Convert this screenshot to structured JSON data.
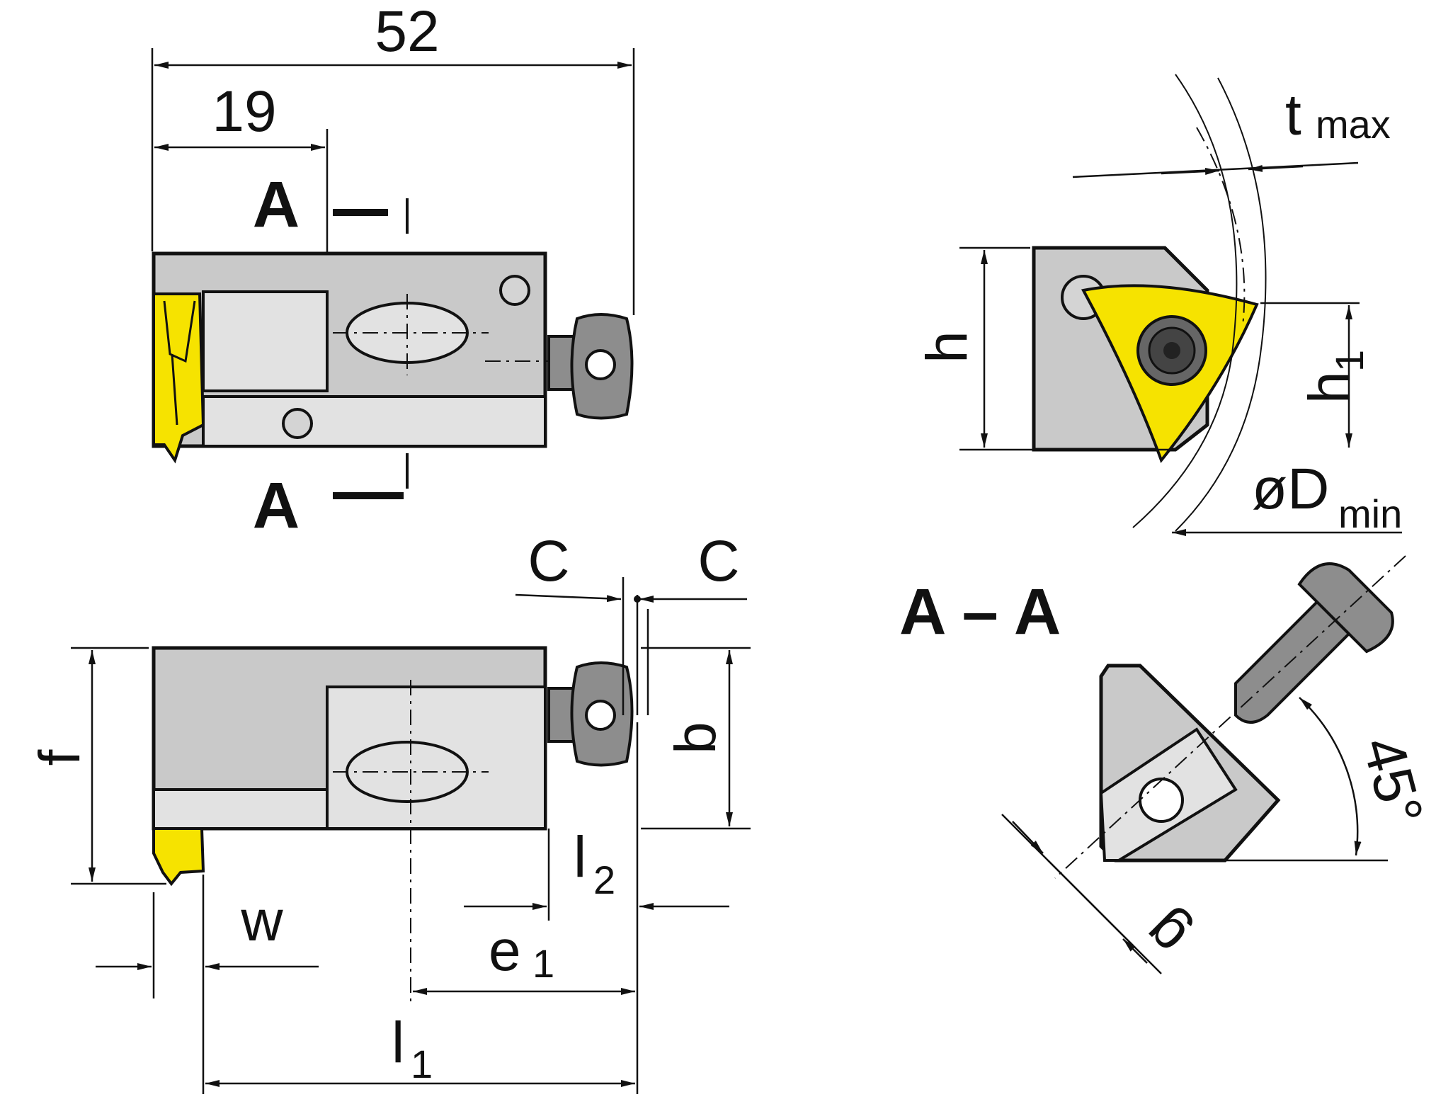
{
  "drawing": {
    "colors": {
      "insert": "#f6e300",
      "body": "#c9c9c9",
      "outline": "#111111"
    },
    "top_view": {
      "dim_overall": "52",
      "dim_partial": "19",
      "section_marker_top": "A",
      "section_marker_bottom": "A"
    },
    "front_view": {
      "label_c_left": "C",
      "label_c_right": "C",
      "label_f": "f",
      "label_b": "b",
      "label_w": "w",
      "label_l2": {
        "base": "l",
        "sub": "2"
      },
      "label_e1": {
        "base": "e",
        "sub": "1"
      },
      "label_l1": {
        "base": "l",
        "sub": "1"
      }
    },
    "insert_view": {
      "label_h": "h",
      "label_h1": {
        "base": "h",
        "sub": "1"
      },
      "label_tmax": {
        "base": "t",
        "sub": "max"
      },
      "label_dmin": {
        "base": "øD",
        "sub": "min"
      }
    },
    "section_view": {
      "title": "A – A",
      "angle": "45°",
      "label_g": "g"
    }
  }
}
